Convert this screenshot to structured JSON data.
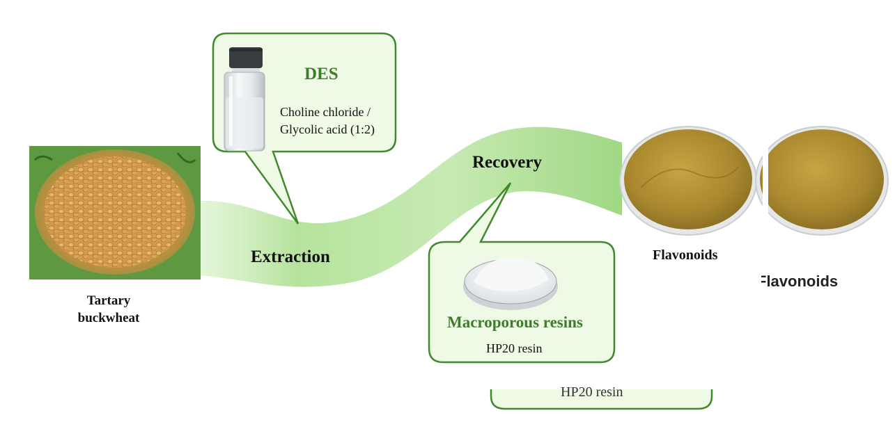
{
  "source": {
    "label_line1": "Tartary",
    "label_line2": "buckwheat"
  },
  "steps": {
    "extraction": "Extraction",
    "recovery": "Recovery"
  },
  "des_bubble": {
    "title": "DES",
    "line1": "Choline chloride /",
    "line2": "Glycolic acid (1:2)"
  },
  "resin_bubble": {
    "title": "Macroporous resins",
    "subtitle": "HP20 resin"
  },
  "product": {
    "label": "Flavonoids"
  },
  "ghost": {
    "product_label": "Flavonoids",
    "resin_subtitle": "HP20 resin"
  },
  "colors": {
    "ribbon": "#b9e6a2",
    "bubble_fill": "#eef9e6",
    "bubble_stroke": "#3f8a2b",
    "title_green": "#3f7d2a",
    "powder": "#b08a32"
  }
}
